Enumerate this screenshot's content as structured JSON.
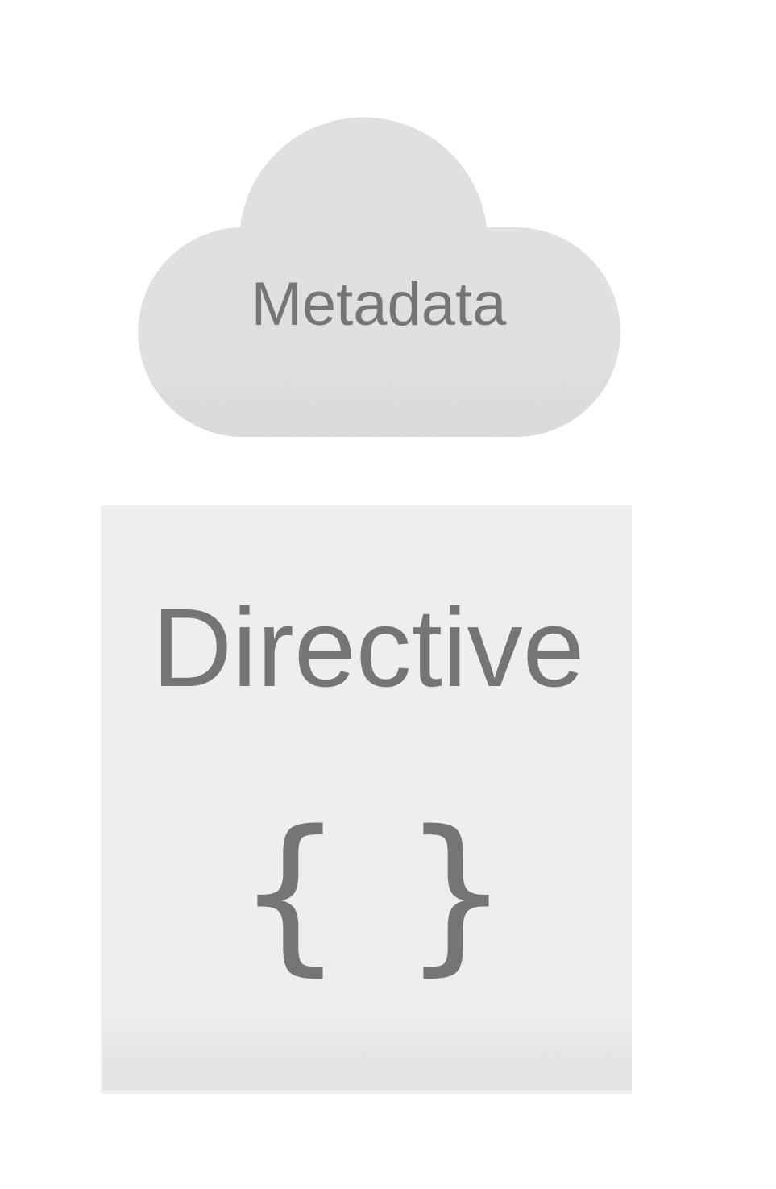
{
  "diagram": {
    "metadata_node": {
      "label": "Metadata",
      "shape": "cloud",
      "fill": "#e0e0e0",
      "shadow_fill": "#c9c9c9",
      "text_color": "#757575"
    },
    "directive_node": {
      "label": "Directive",
      "shape": "rectangle",
      "fill": "#eeeeee",
      "shadow_fill": "#d6d6d6",
      "text_color": "#757575",
      "icon": "curly-braces-icon",
      "open_brace": "{",
      "close_brace": "}"
    }
  }
}
